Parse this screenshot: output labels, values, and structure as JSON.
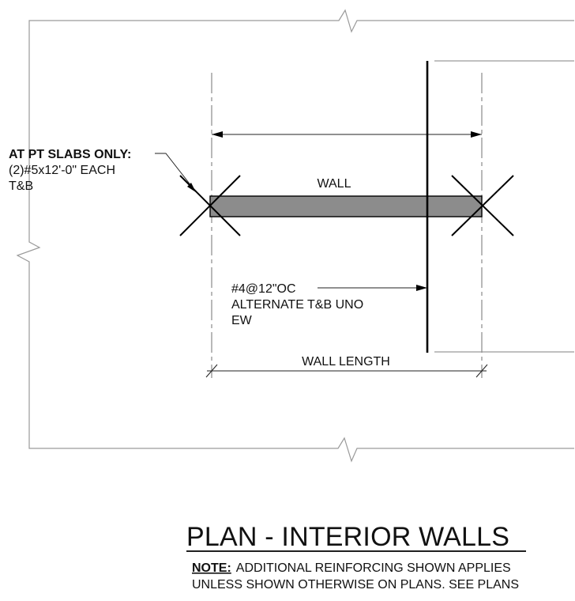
{
  "title": "PLAN - INTERIOR WALLS",
  "note": {
    "key": "NOTE:",
    "line1": "ADDITIONAL REINFORCING SHOWN APPLIES",
    "line2": "UNLESS SHOWN OTHERWISE ON PLANS. SEE PLANS"
  },
  "labels": {
    "wall": "WALL",
    "wall_length": "WALL LENGTH"
  },
  "callouts": {
    "pt_slabs": {
      "heading": "AT PT SLABS ONLY:",
      "line1": "(2)#5x12'-0\" EACH",
      "line2": "T&B"
    },
    "rebar": {
      "line1": "#4@12\"OC",
      "line2": "ALTERNATE T&B UNO",
      "line3": "EW"
    }
  },
  "colors": {
    "wall_fill": "#8c8c8c",
    "line": "#000000",
    "thin_line": "#9a9a9a"
  }
}
